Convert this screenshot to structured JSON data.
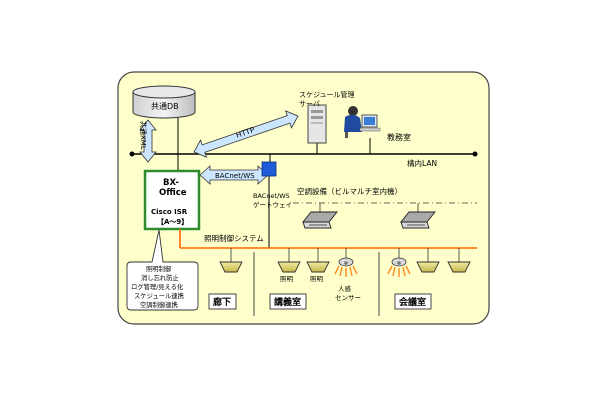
{
  "db": {
    "label": "共通DB"
  },
  "xml": {
    "label": "共通XML"
  },
  "http": {
    "label": "HTTP"
  },
  "bacnet_ws": {
    "label": "BACnet/WS"
  },
  "server": {
    "label_line1": "スケジュール管理",
    "label_line2": "サーバ"
  },
  "staff_room": {
    "label": "教務室"
  },
  "lan": {
    "label": "構内LAN"
  },
  "bx_office": {
    "line1": "BX-",
    "line2": "Office",
    "line3": "Cisco ISR",
    "line4": "【A～9】"
  },
  "hvac": {
    "label": "空調設備（ビルマルチ室内機）"
  },
  "gateway": {
    "line1": "BACnet/WS",
    "line2": "ゲートウェイ"
  },
  "lighting": {
    "label": "照明制御システム"
  },
  "callout": {
    "lines": [
      "照明制御",
      "消し忘れ防止",
      "ログ管理/見える化",
      "スケジュール連携",
      "空調制御連携"
    ]
  },
  "light_labels": {
    "a": "照明",
    "b": "照明"
  },
  "sensor": {
    "line1": "人感",
    "line2": "センサー"
  },
  "rooms": {
    "corridor": "廊下",
    "lecture": "講義室",
    "meeting": "会議室"
  },
  "colors": {
    "panel_bg": "#ffffcc",
    "orange_line": "#ff6600",
    "bx_border": "#2e8b2e",
    "arrow_fill": "#cce6ff",
    "gateway_blue": "#1e5bd8"
  }
}
